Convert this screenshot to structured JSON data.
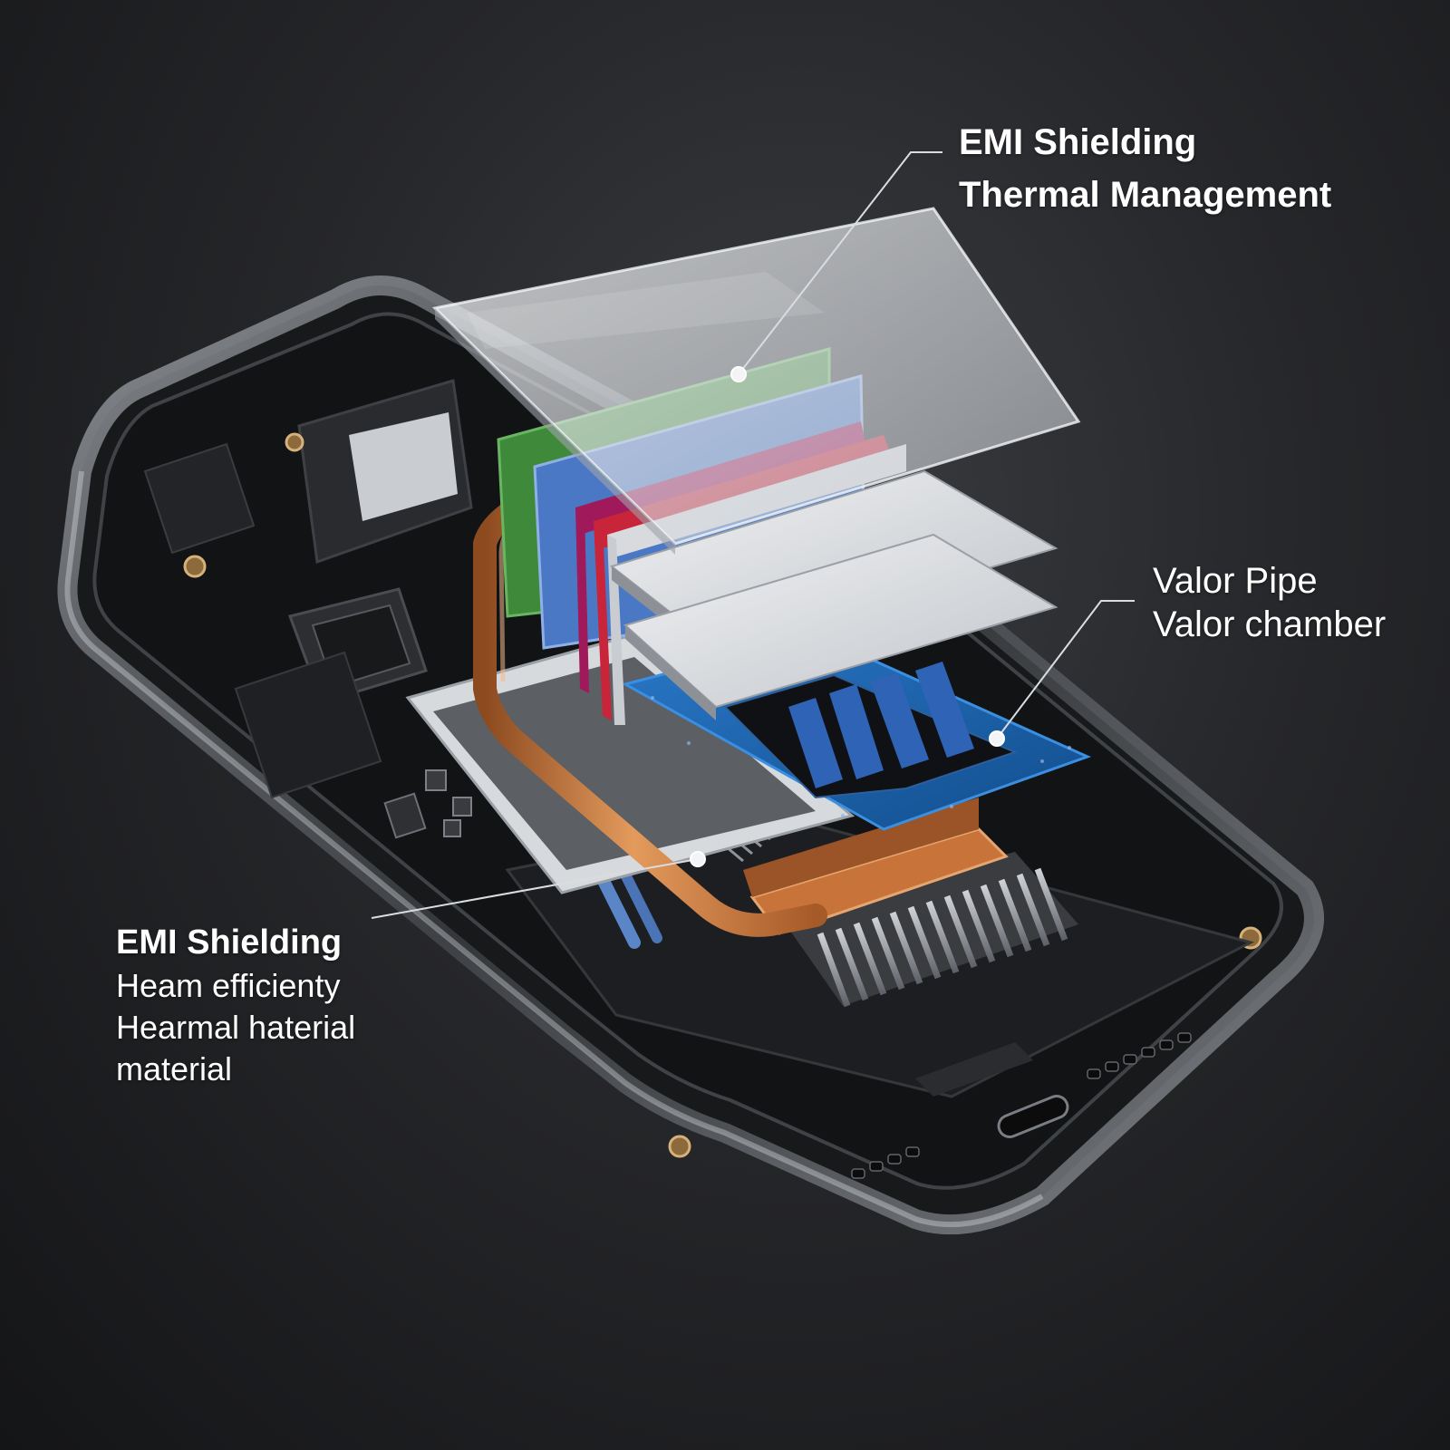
{
  "callouts": {
    "top": {
      "line1": "EMI Shielding",
      "line2": "Thermal Management"
    },
    "right": {
      "line1": "Valor Pipe",
      "line2": "Valor chamber"
    },
    "left": {
      "heading": "EMI Shielding",
      "line1": "Heam efficienty",
      "line2": "Hearmal haterial",
      "line3": "material"
    }
  },
  "colors": {
    "background": "#26272a",
    "copper": "#c8733a",
    "pcb_green": "#3f8a3a",
    "layer_blue": "#4b78c4",
    "chip_blue": "#1e5fa8",
    "accent_red": "#c8253a",
    "accent_magenta": "#a0195a",
    "glass": "#e6e8ec",
    "text": "#ffffff"
  }
}
